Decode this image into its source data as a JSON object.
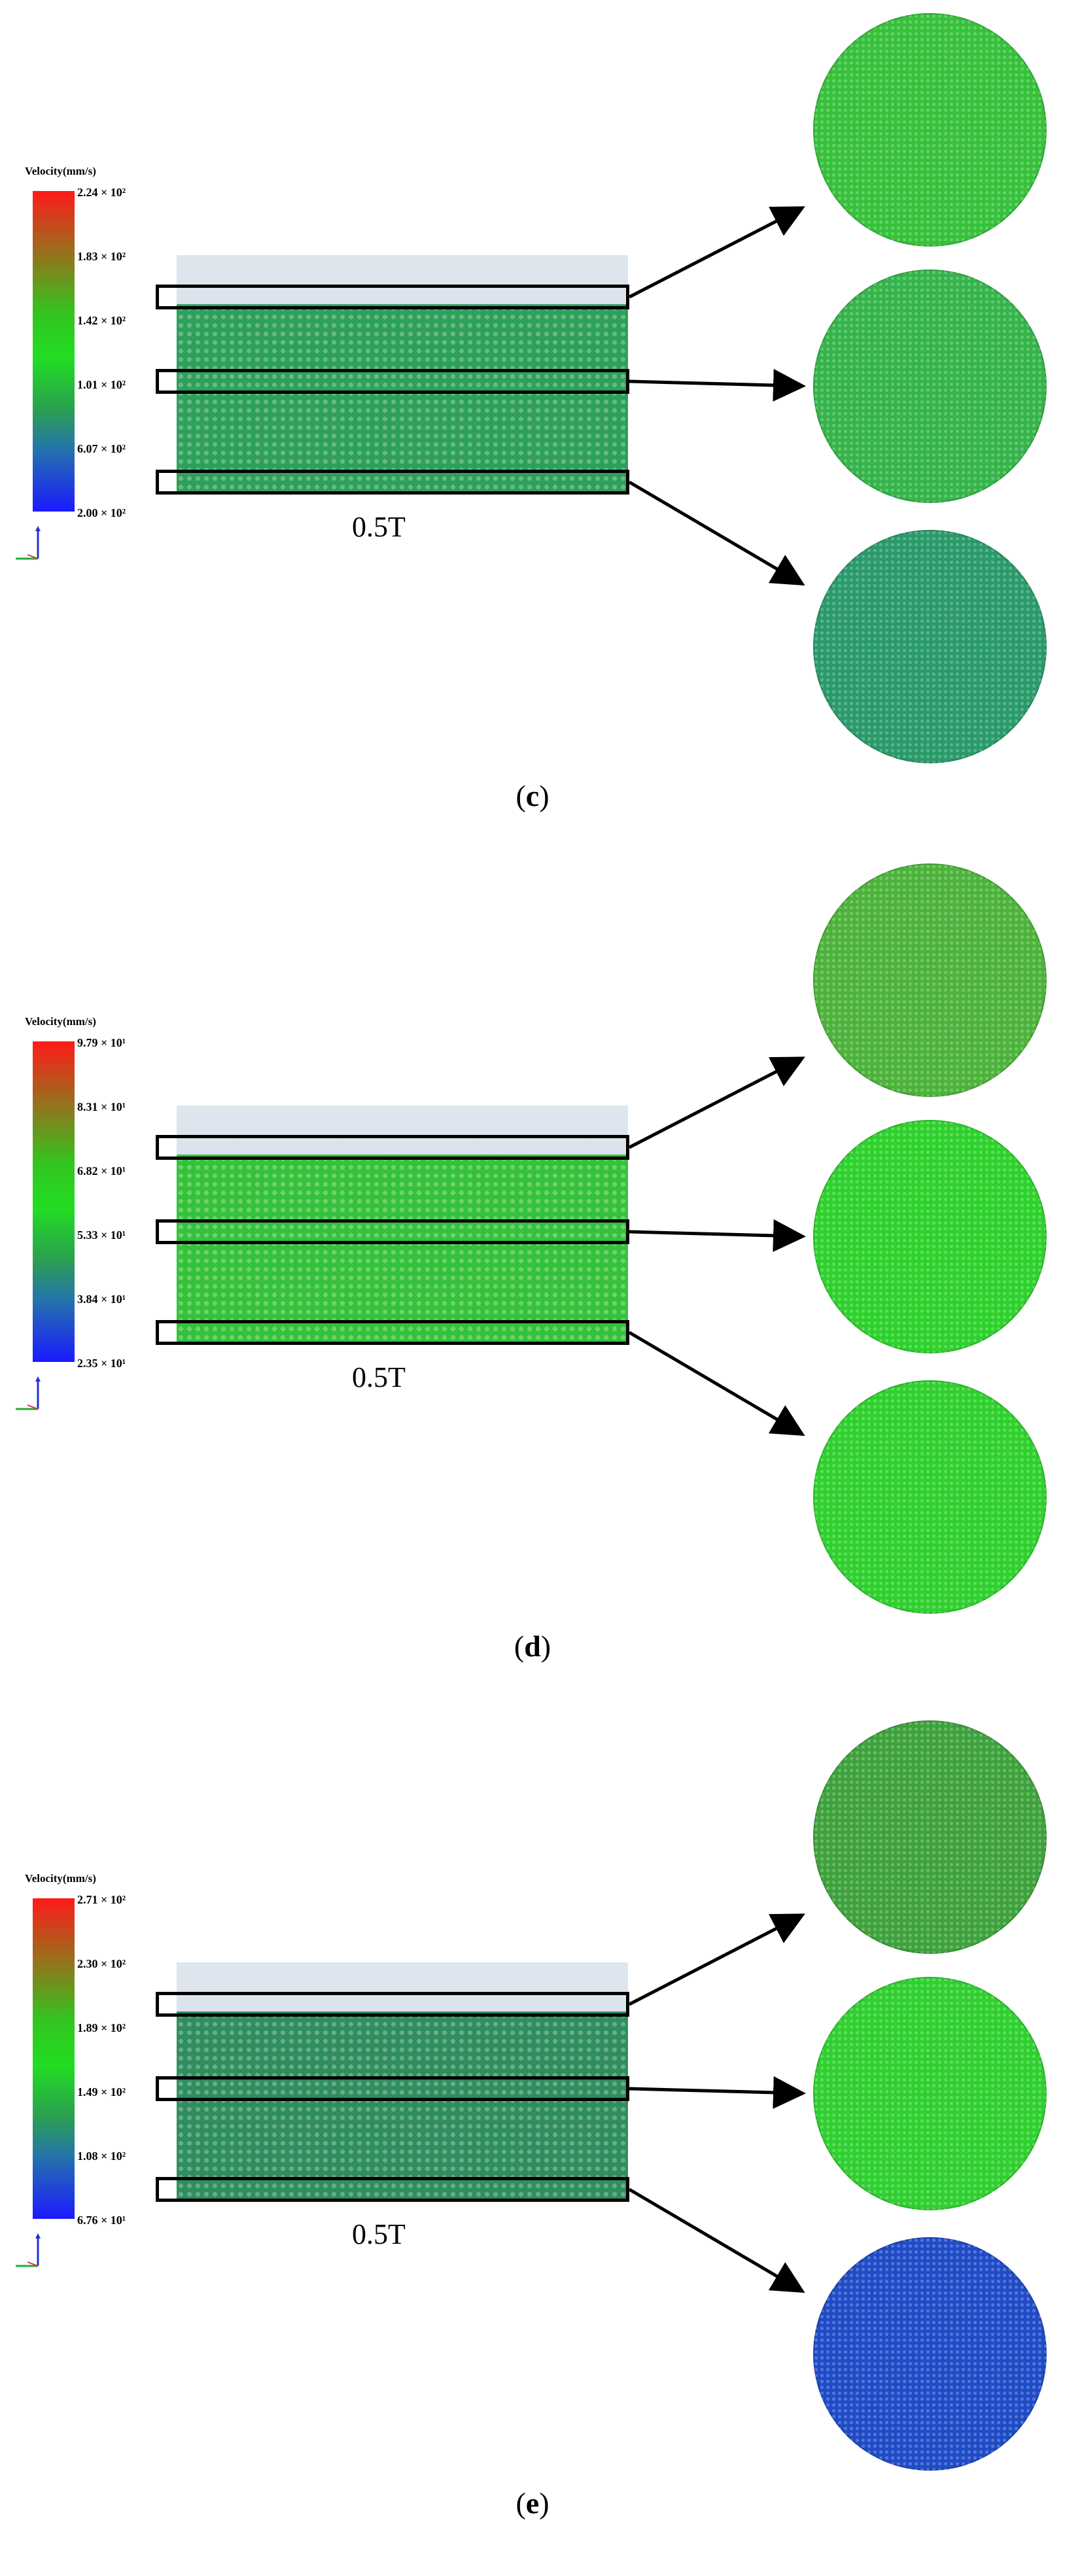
{
  "colorbar_title": "Velocity(mm/s)",
  "panels": [
    {
      "label": "c",
      "time_label": "0.5T",
      "ticks": [
        "2.24 × 10²",
        "1.83 × 10²",
        "1.42 × 10²",
        "1.01 × 10²",
        "6.07 × 10²",
        "2.00 × 10²"
      ],
      "slice_colors": {
        "top": "#36c13a",
        "middle": "#34b44a",
        "bottom": "#2a9a6a"
      },
      "bed_color": "#2ea05a"
    },
    {
      "label": "d",
      "time_label": "0.5T",
      "ticks": [
        "9.79 × 10¹",
        "8.31 × 10¹",
        "6.82 × 10¹",
        "5.33 × 10¹",
        "3.84 × 10¹",
        "2.35 × 10¹"
      ],
      "slice_colors": {
        "top": "#4cb33a",
        "middle": "#2ed12c",
        "bottom": "#2fd02d"
      },
      "bed_color": "#35c23a"
    },
    {
      "label": "e",
      "time_label": "0.5T",
      "ticks": [
        "2.71 × 10²",
        "2.30 × 10²",
        "1.89 × 10²",
        "1.49 × 10²",
        "1.08 × 10²",
        "6.76 × 10¹"
      ],
      "slice_colors": {
        "top": "#3ea23c",
        "middle": "#2fcf2f",
        "bottom": "#1f4bc7"
      },
      "bed_color": "#2f8e5e"
    }
  ]
}
